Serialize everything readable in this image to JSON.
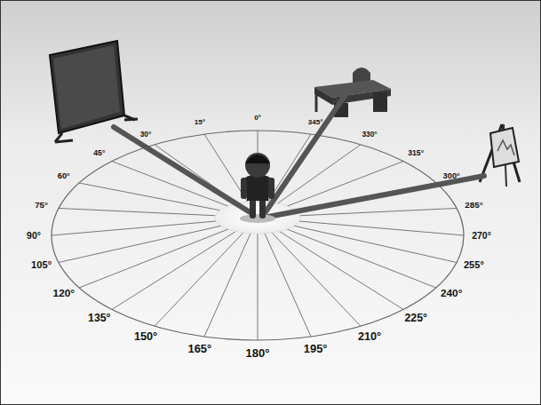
{
  "diagram": {
    "labels": [
      "0°",
      "15°",
      "30°",
      "45°",
      "60°",
      "75°",
      "90°",
      "105°",
      "120°",
      "135°",
      "150°",
      "165°",
      "180°",
      "195°",
      "210°",
      "225°",
      "240°",
      "255°",
      "270°",
      "285°",
      "300°",
      "315°",
      "330°",
      "345°"
    ]
  }
}
